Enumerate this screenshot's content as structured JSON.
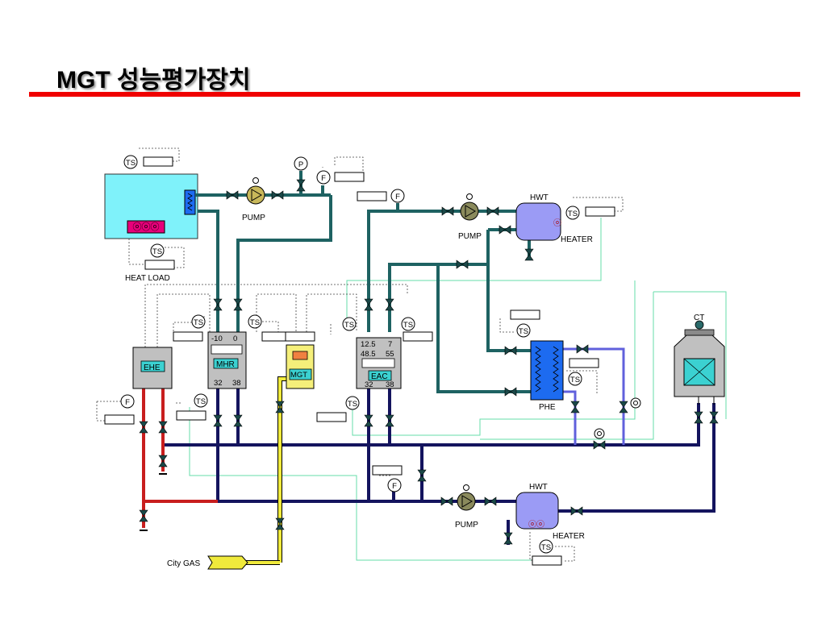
{
  "title": "MGT 성능평가장치",
  "labels": {
    "heat_load": "HEAT LOAD",
    "pump_top": "PUMP",
    "pump_mid": "PUMP",
    "pump_bottom": "PUMP",
    "hwt_top": "HWT",
    "hwt_bottom": "HWT",
    "heater_top": "HEATER",
    "heater_bottom": "HEATER",
    "phe": "PHE",
    "ct": "CT",
    "city_gas": "City GAS",
    "ehe": "EHE",
    "mhr": "MHR",
    "mgt": "MGT",
    "eac": "EAC"
  },
  "instruments": {
    "ts": "TS",
    "f": "F",
    "p": "P"
  },
  "mhr_values": {
    "tl": "-10",
    "tr": "0",
    "bl": "32",
    "br": "38"
  },
  "eac_values": {
    "r1l": "12.5",
    "r1r": "7",
    "r2l": "48.5",
    "r2r": "55",
    "bl": "32",
    "br": "38"
  },
  "colors": {
    "tank": "#7ff2fa",
    "pipe_teal": "#1e6262",
    "pipe_navy": "#14145e",
    "pipe_red": "#c81e1e",
    "pipe_yellow": "#f0ea3c",
    "pipe_blue": "#6060dc",
    "signal_green": "#66ddaa",
    "hwt": "#9b9bf5",
    "phe": "#1d6bf0",
    "box_gray": "#c0c0c0"
  }
}
